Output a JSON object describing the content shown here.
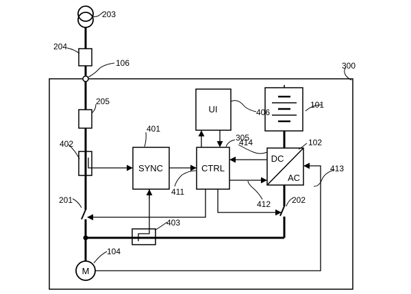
{
  "blocks": {
    "ui": "UI",
    "sync": "SYNC",
    "ctrl": "CTRL",
    "dc": "DC",
    "ac": "AC",
    "motor": "M"
  },
  "refs": {
    "r203": "203",
    "r204": "204",
    "r106": "106",
    "r300": "300",
    "r205": "205",
    "r406": "406",
    "r101": "101",
    "r401": "401",
    "r305": "305",
    "r414": "414",
    "r102": "102",
    "r402": "402",
    "r413": "413",
    "r411": "411",
    "r412": "412",
    "r201": "201",
    "r202": "202",
    "r403": "403",
    "r104": "104"
  }
}
